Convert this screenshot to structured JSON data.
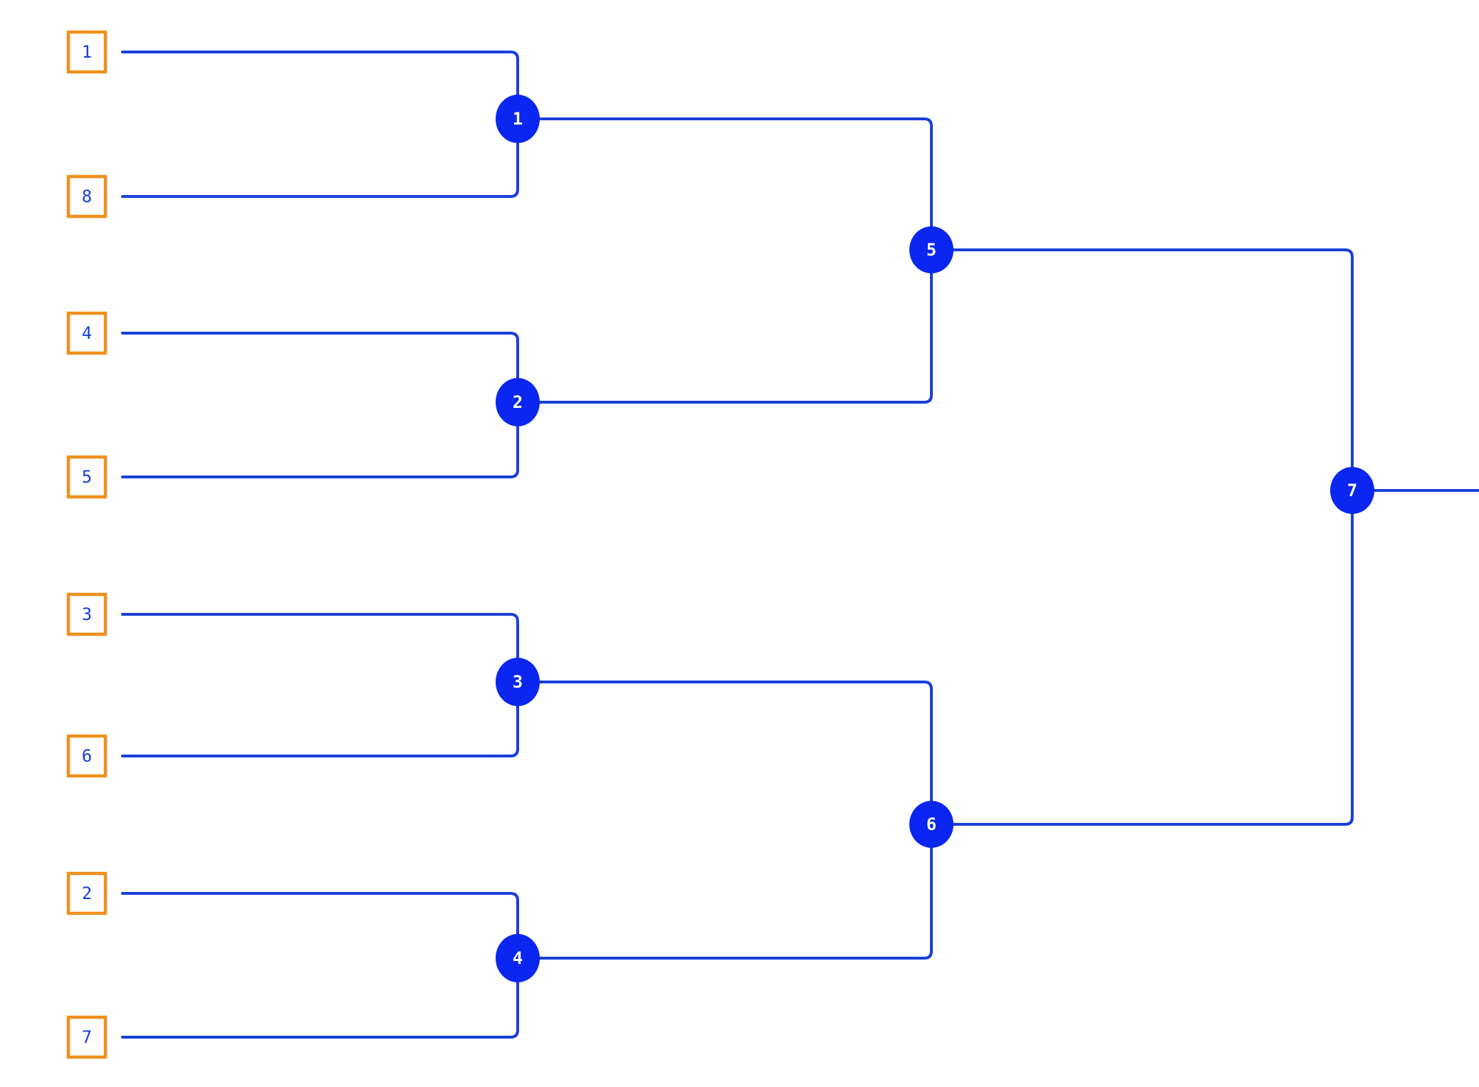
{
  "colors": {
    "line": "#1a3fd9",
    "seed_border": "#f0901e",
    "seed_text": "#1a3fd9",
    "match_fill": "#0a26f0",
    "match_text": "#ffffff"
  },
  "seeds": [
    {
      "label": "1"
    },
    {
      "label": "8"
    },
    {
      "label": "4"
    },
    {
      "label": "5"
    },
    {
      "label": "3"
    },
    {
      "label": "6"
    },
    {
      "label": "2"
    },
    {
      "label": "7"
    }
  ],
  "matches": [
    {
      "label": "1"
    },
    {
      "label": "2"
    },
    {
      "label": "3"
    },
    {
      "label": "4"
    },
    {
      "label": "5"
    },
    {
      "label": "6"
    },
    {
      "label": "7"
    }
  ]
}
